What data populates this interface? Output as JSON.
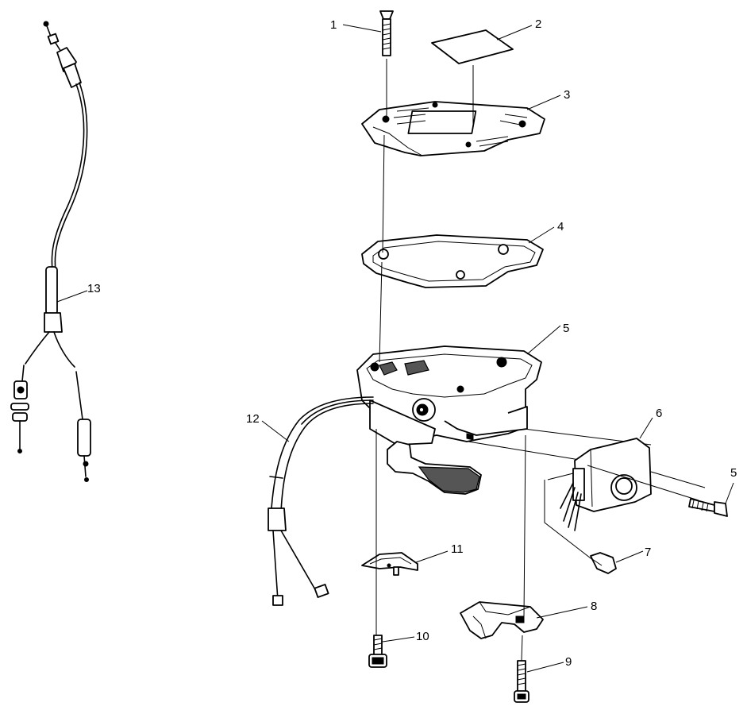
{
  "diagram": {
    "callouts": {
      "c1": "1",
      "c2": "2",
      "c3": "3",
      "c4": "4",
      "c5a": "5",
      "c5b": "5",
      "c6": "6",
      "c7": "7",
      "c8": "8",
      "c9": "9",
      "c10": "10",
      "c11": "11",
      "c12": "12",
      "c13": "13"
    }
  }
}
